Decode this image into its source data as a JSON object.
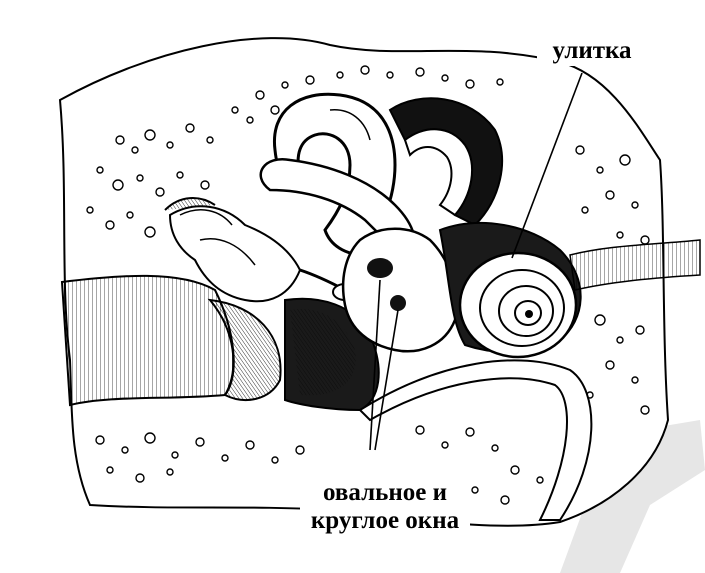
{
  "labels": {
    "cochlea": "улитка",
    "windows_line1": "овальное и",
    "windows_line2": "круглое окна"
  },
  "colors": {
    "ink": "#000000",
    "paper": "#ffffff",
    "watermark": "#e6e6e6"
  }
}
